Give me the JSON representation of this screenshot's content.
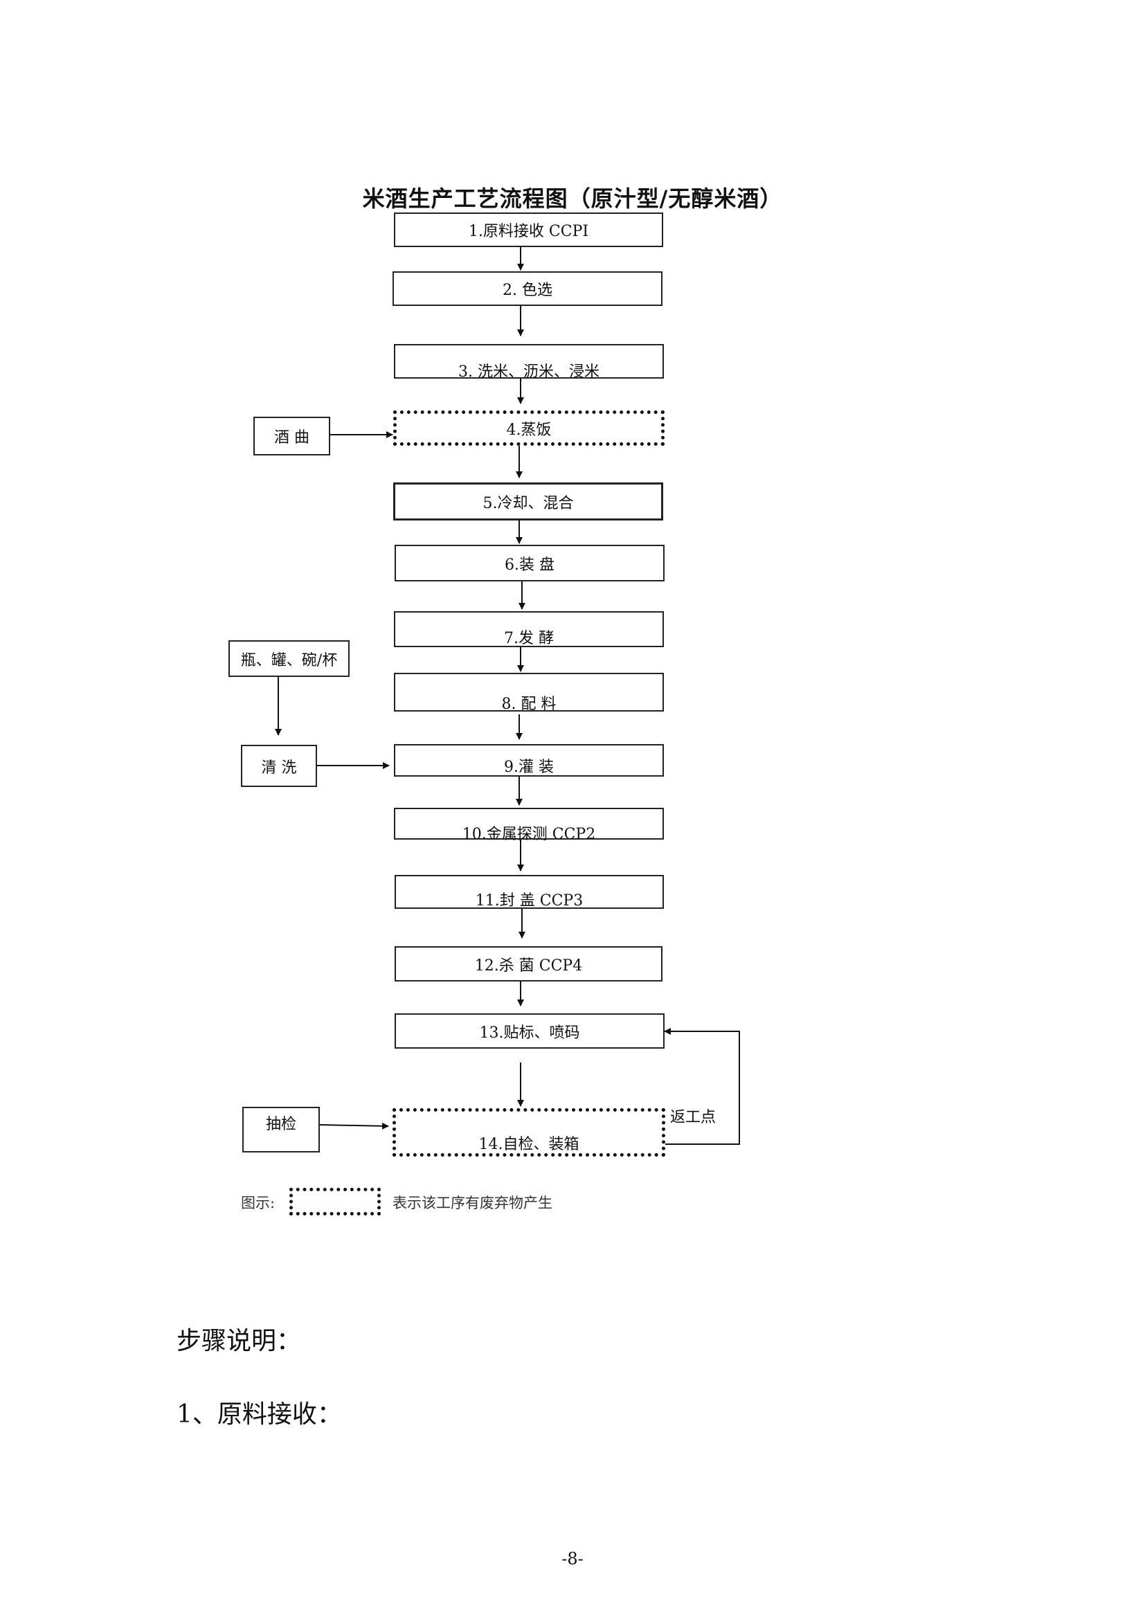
{
  "diagram": {
    "title": "米酒生产工艺流程图（原汁型/无醇米酒）",
    "steps": [
      "1.原料接收  CCPI",
      "2. 色选",
      "3. 洗米、沥米、浸米",
      "4.蒸饭",
      "5.冷却、混合",
      "6.装 盘",
      "7.发 酵",
      "8. 配 料",
      "9.灌 装",
      "10.金属探测 CCP2",
      "11.封 盖  CCP3",
      "12.杀 菌  CCP4",
      "13.贴标、喷码",
      "14.自检、装箱"
    ],
    "side_inputs": {
      "jiuqu": "酒 曲",
      "containers": "瓶、罐、碗/杯",
      "wash": "清 洗",
      "sampling": "抽检"
    },
    "rework_label": "返工点",
    "legend": {
      "label": "图示:",
      "text": "表示该工序有废弃物产生"
    }
  },
  "text": {
    "steps_heading": "步骤说明：",
    "section_1": "1、原料接收：",
    "page_number": "-8-"
  }
}
